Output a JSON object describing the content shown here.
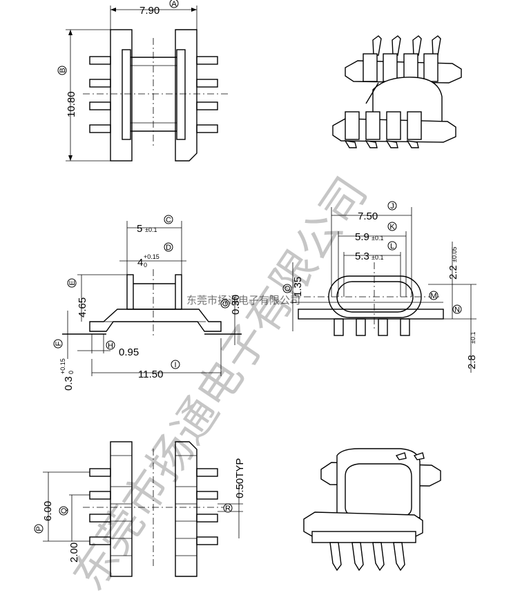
{
  "dimensions": {
    "top_width": "7.90",
    "top_height": "10.80",
    "c_width": "5",
    "c_tol": "±0.1",
    "d_width": "4",
    "d_tol_plus": "+0.15",
    "d_tol_minus": "0",
    "e_height": "4.65",
    "f_thick": "0.3",
    "f_tol_plus": "+0.15",
    "f_tol_minus": "0",
    "g_val": "0.30",
    "h_val": "0.95",
    "i_val": "11.50",
    "j_width": "7.50",
    "k_width": "5.9",
    "k_tol": "±0.1",
    "l_width": "5.3",
    "l_tol": "±0.1",
    "m_val": "2.2",
    "m_tol": "±0.05",
    "n_val": "2.8",
    "n_tol": "±0.1",
    "o_val": "1.35",
    "p_val": "6.00",
    "q_val": "2.00",
    "r_val": "0.50TYP"
  },
  "callouts": [
    "A",
    "B",
    "C",
    "D",
    "E",
    "F",
    "G",
    "H",
    "I",
    "J",
    "K",
    "L",
    "M",
    "N",
    "O",
    "P",
    "Q",
    "R"
  ],
  "watermark": {
    "big": "东莞市扬通电子有限公司",
    "small": "东莞市扬通电子有限公司"
  }
}
